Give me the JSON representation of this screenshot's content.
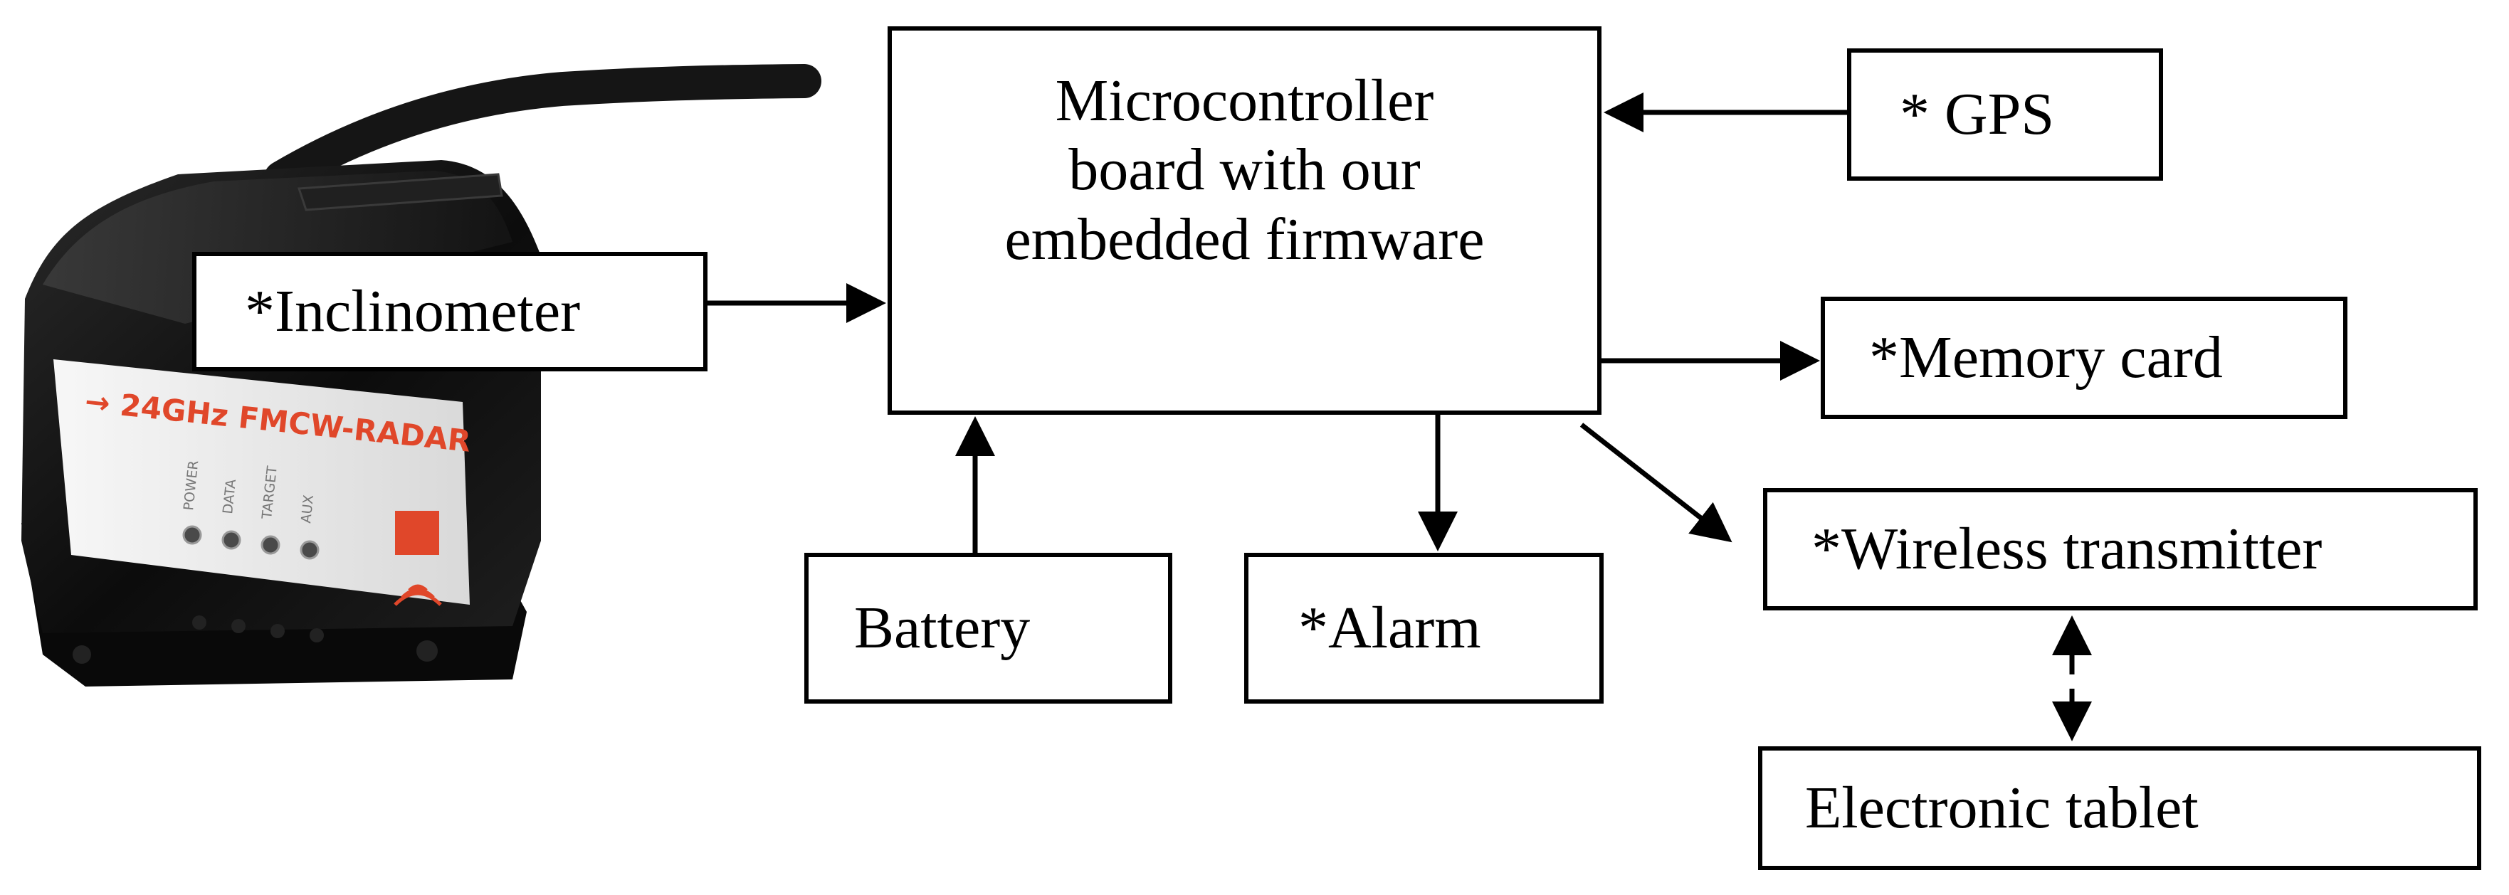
{
  "diagram": {
    "photo": {
      "device_label": "→ 24GHz FMCW-RADAR",
      "led_labels": [
        "POWER",
        "DATA",
        "TARGET",
        "AUX"
      ]
    },
    "nodes": {
      "microcontroller": [
        "Microcontroller",
        "board with our",
        "embedded firmware"
      ],
      "gps": "* GPS",
      "inclinometer": "*Inclinometer",
      "memory_card": "*Memory card",
      "battery": "Battery",
      "alarm": "*Alarm",
      "wireless_transmitter": "*Wireless transmitter",
      "electronic_tablet": "Electronic tablet"
    },
    "connections": [
      {
        "from": "gps",
        "to": "microcontroller",
        "style": "solid"
      },
      {
        "from": "inclinometer",
        "to": "microcontroller",
        "style": "solid"
      },
      {
        "from": "microcontroller",
        "to": "memory_card",
        "style": "solid"
      },
      {
        "from": "battery",
        "to": "microcontroller",
        "style": "solid"
      },
      {
        "from": "microcontroller",
        "to": "alarm",
        "style": "solid"
      },
      {
        "from": "microcontroller",
        "to": "wireless_transmitter",
        "style": "solid"
      },
      {
        "from": "wireless_transmitter",
        "to": "electronic_tablet",
        "style": "dashed",
        "bidirectional": true
      }
    ]
  }
}
